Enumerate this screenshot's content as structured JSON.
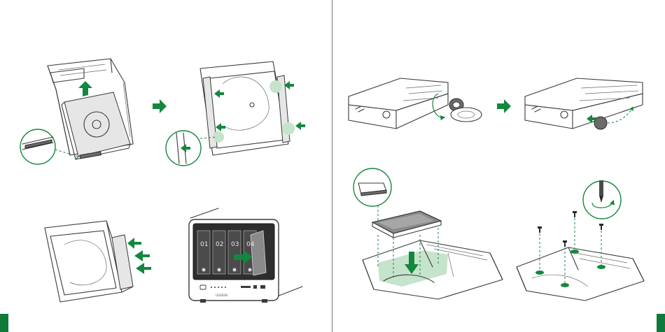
{
  "page_marks": {
    "left_tab_color": "#0f7a3a",
    "right_tab_color": "#0f7a3a"
  },
  "accent_color": "#14873f",
  "nas_front": {
    "bay_labels": [
      "01",
      "02",
      "03",
      "04"
    ],
    "brand_mark": "UGREEN"
  },
  "icons": [
    "green-arrow-icon",
    "screwdriver-icon",
    "screw-icon",
    "magnifier-callout-icon"
  ]
}
